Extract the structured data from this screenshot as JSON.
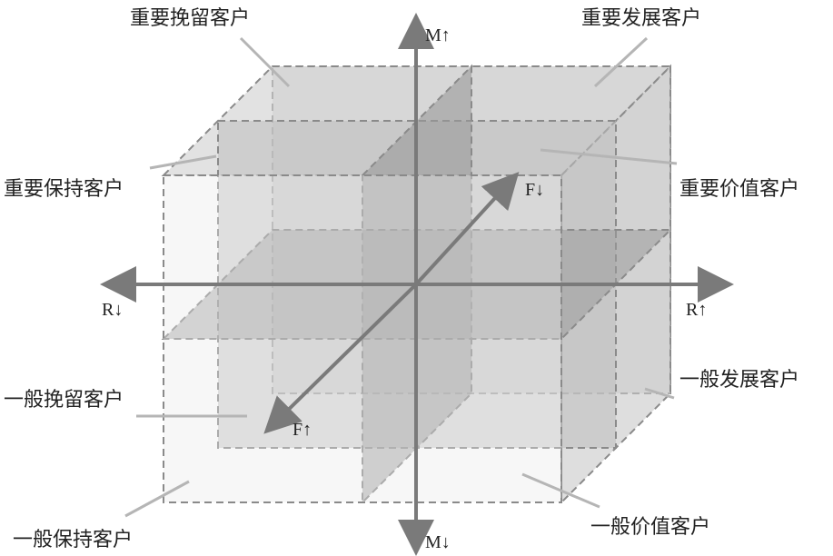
{
  "segments": {
    "important_retain": "重要挽留客户",
    "important_develop": "重要发展客户",
    "important_keep": "重要保持客户",
    "important_value": "重要价值客户",
    "general_retain": "一般挽留客户",
    "general_develop": "一般发展客户",
    "general_keep": "一般保持客户",
    "general_value": "一般价值客户"
  },
  "axes": {
    "m_up": "M↑",
    "m_down": "M↓",
    "r_down": "R↓",
    "r_up": "R↑",
    "f_down": "F↓",
    "f_up": "F↑"
  },
  "colors": {
    "face": "#9a9a9a",
    "axis": "#7a7a7a",
    "edge": "#8a8a8a"
  }
}
